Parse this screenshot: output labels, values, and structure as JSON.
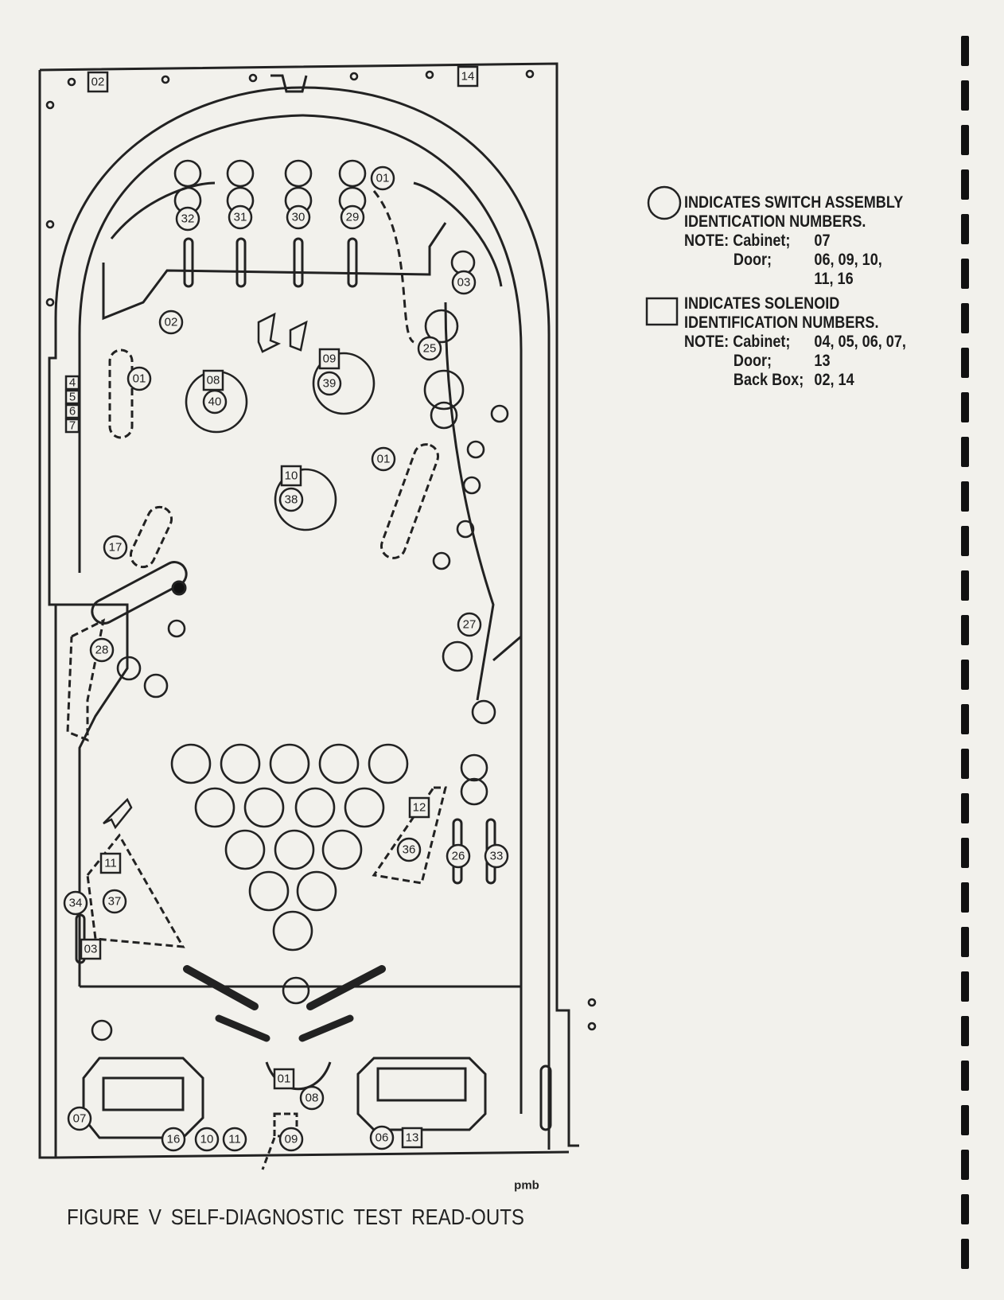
{
  "legend": {
    "switch": {
      "title1": "INDICATES SWITCH ASSEMBLY",
      "title2": "IDENTICATION NUMBERS.",
      "note_label": "NOTE: Cabinet;",
      "cabinet": "07",
      "door_label": "Door;",
      "door1": "06, 09, 10,",
      "door2": "11, 16"
    },
    "solenoid": {
      "title1": "INDICATES SOLENOID",
      "title2": "IDENTIFICATION NUMBERS.",
      "note_label": "NOTE: Cabinet;",
      "cabinet": "04, 05, 06, 07,",
      "door_label": "Door;",
      "door": "13",
      "backbox_label": "Back Box;",
      "backbox": "02, 14"
    }
  },
  "caption": "FIGURE V   SELF-DIAGNOSTIC TEST READ-OUTS",
  "artist_mark": "pmb",
  "switch_labels": [
    "01",
    "32",
    "31",
    "30",
    "29",
    "03",
    "02",
    "25",
    "39",
    "01",
    "40",
    "01",
    "38",
    "17",
    "27",
    "28",
    "36",
    "26",
    "33",
    "37",
    "34",
    "07",
    "08",
    "16",
    "10",
    "11",
    "09",
    "06"
  ],
  "solenoid_labels": [
    "02",
    "14",
    "09",
    "08",
    "10",
    "12",
    "11",
    "03",
    "01",
    "13",
    "4",
    "5",
    "6",
    "7"
  ]
}
